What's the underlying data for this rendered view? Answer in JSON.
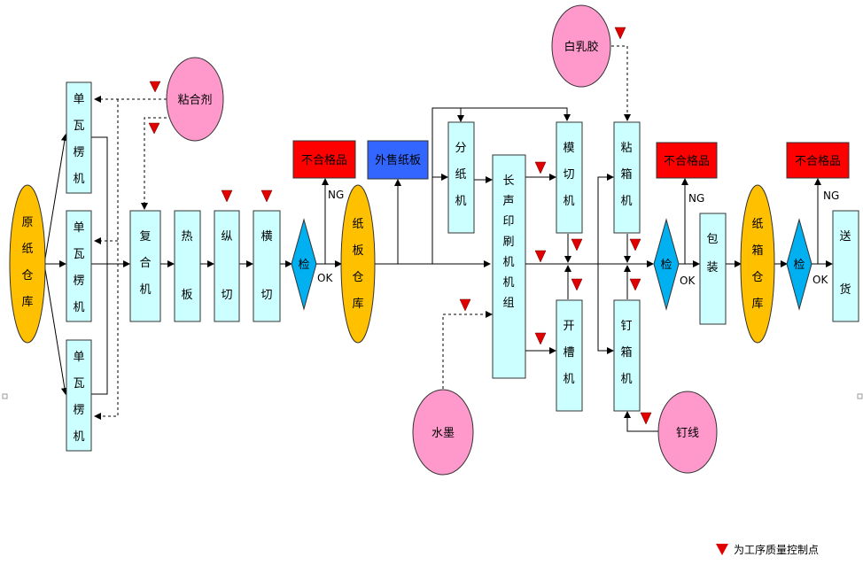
{
  "nodes": {
    "yuanzhi": "原纸仓库",
    "danwa1": "单瓦楞机",
    "danwa2": "单瓦楞机",
    "danwa3": "单瓦楞机",
    "zhanheji": "粘合剂",
    "fuhe": "复合机",
    "reban": "热板",
    "zongqie": "纵切",
    "hengqie": "横切",
    "jian1": "检",
    "buhege1": "不合格品",
    "zhibancangku": "纸板仓库",
    "waishou": "外售纸板",
    "fenzhi": "分纸机",
    "changsheng": "长声印刷机机组",
    "moqie": "模切机",
    "kaicao": "开槽机",
    "shuimo": "水墨",
    "bairujiao": "白乳胶",
    "zhanxiang": "粘箱机",
    "dingxiang": "钉箱机",
    "dingxian": "钉线",
    "jian2": "检",
    "buhege2": "不合格品",
    "baozhuang": "包装",
    "zhixiangcangku": "纸箱仓库",
    "jian3": "检",
    "buhege3": "不合格品",
    "songhuo": "送货"
  },
  "labels": {
    "ng": "NG",
    "ok": "OK"
  },
  "legend": {
    "text": "为工序质量控制点"
  },
  "colors": {
    "ellipse_yellow": "#ffc000",
    "ellipse_pink": "#ff99cc",
    "box_cyan": "#ccffff",
    "diamond_blue": "#00b0f0",
    "reject_red": "#ff0000",
    "sale_blue": "#3366ff",
    "qc_red": "#e00000"
  }
}
